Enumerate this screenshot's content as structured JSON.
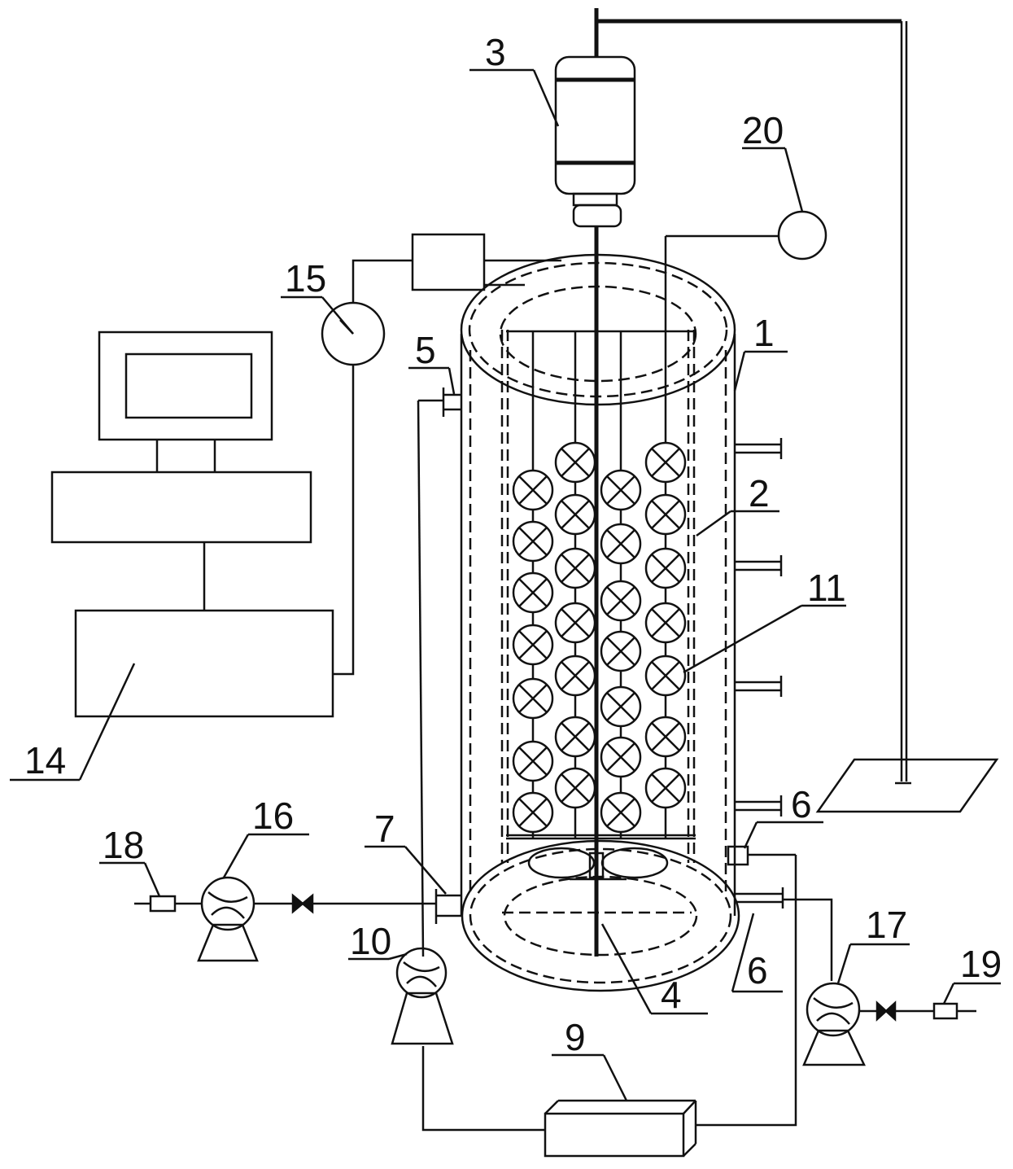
{
  "labels": {
    "l1": "1",
    "l2": "2",
    "l3": "3",
    "l4": "4",
    "l5": "5",
    "l6a": "6",
    "l6b": "6",
    "l7": "7",
    "l9": "9",
    "l10": "10",
    "l11": "11",
    "l14": "14",
    "l15": "15",
    "l16": "16",
    "l17": "17",
    "l18": "18",
    "l19": "19",
    "l20": "20"
  },
  "colors": {
    "ink": "#111111",
    "background": "#ffffff"
  }
}
